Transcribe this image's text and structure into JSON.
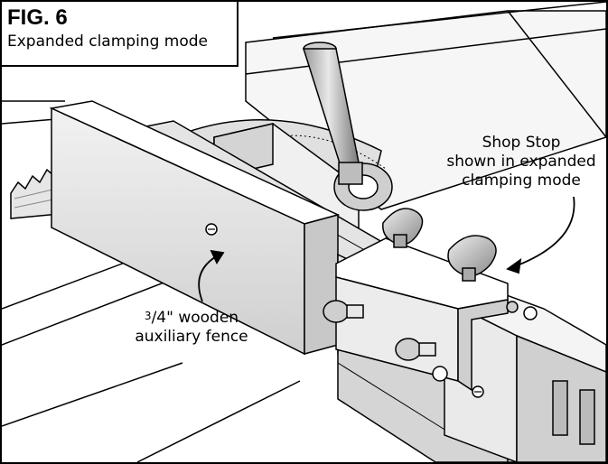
{
  "figure": {
    "number": "FIG. 6",
    "caption": "Expanded clamping mode"
  },
  "callouts": {
    "shop_stop": {
      "line1": "Shop Stop",
      "line2": "shown in expanded",
      "line3": "clamping mode"
    },
    "fence": {
      "fraction_numerator": "3",
      "line1_rest": "/4\" wooden",
      "line2": "auxiliary fence"
    }
  },
  "colors": {
    "ink": "#000000",
    "paper": "#ffffff",
    "shade_light": "#d9d9d9",
    "shade_mid": "#b3b3b3",
    "shade_dark": "#7a7a7a"
  }
}
